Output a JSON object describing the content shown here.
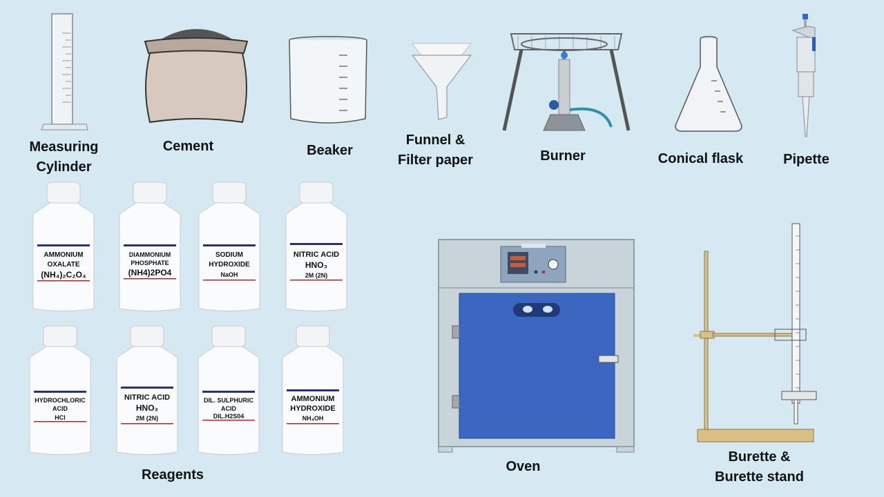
{
  "equipment": [
    {
      "label": "Measuring\nCylinder"
    },
    {
      "label": "Cement"
    },
    {
      "label": "Beaker"
    },
    {
      "label": "Funnel &\nFilter paper"
    },
    {
      "label": "Burner"
    },
    {
      "label": "Conical flask"
    },
    {
      "label": "Pipette"
    },
    {
      "label": "Oven"
    },
    {
      "label": "Burette &\nBurette stand"
    }
  ],
  "reagents_title": "Reagents",
  "reagents": [
    {
      "l1": "AMMONIUM",
      "l2": "OXALATE",
      "l3": "(NH₄)₂C₂O₄"
    },
    {
      "l1": "DIAMMONIUM",
      "l2": "PHOSPHATE",
      "l3": "(NH4)2PO4"
    },
    {
      "l1": "SODIUM",
      "l2": "HYDROXIDE",
      "l3": "NaOH"
    },
    {
      "l1": "NITRIC ACID",
      "l2": "HNO₃",
      "l3": "2M (2N)"
    },
    {
      "l1": "HYDROCHLORIC",
      "l2": "ACID",
      "l3": "HCl"
    },
    {
      "l1": "NITRIC ACID",
      "l2": "HNO₃",
      "l3": "2M (2N)"
    },
    {
      "l1": "DIL. SULPHURIC",
      "l2": "ACID",
      "l3": "DIL.H2S04"
    },
    {
      "l1": "AMMONIUM",
      "l2": "HYDROXIDE",
      "l3": "NH₄OH"
    }
  ],
  "colors": {
    "background": "#d6e9f2",
    "label_bar": "#2b2f7a",
    "label_line": "#b0262a",
    "oven_door": "#3c67c0"
  }
}
